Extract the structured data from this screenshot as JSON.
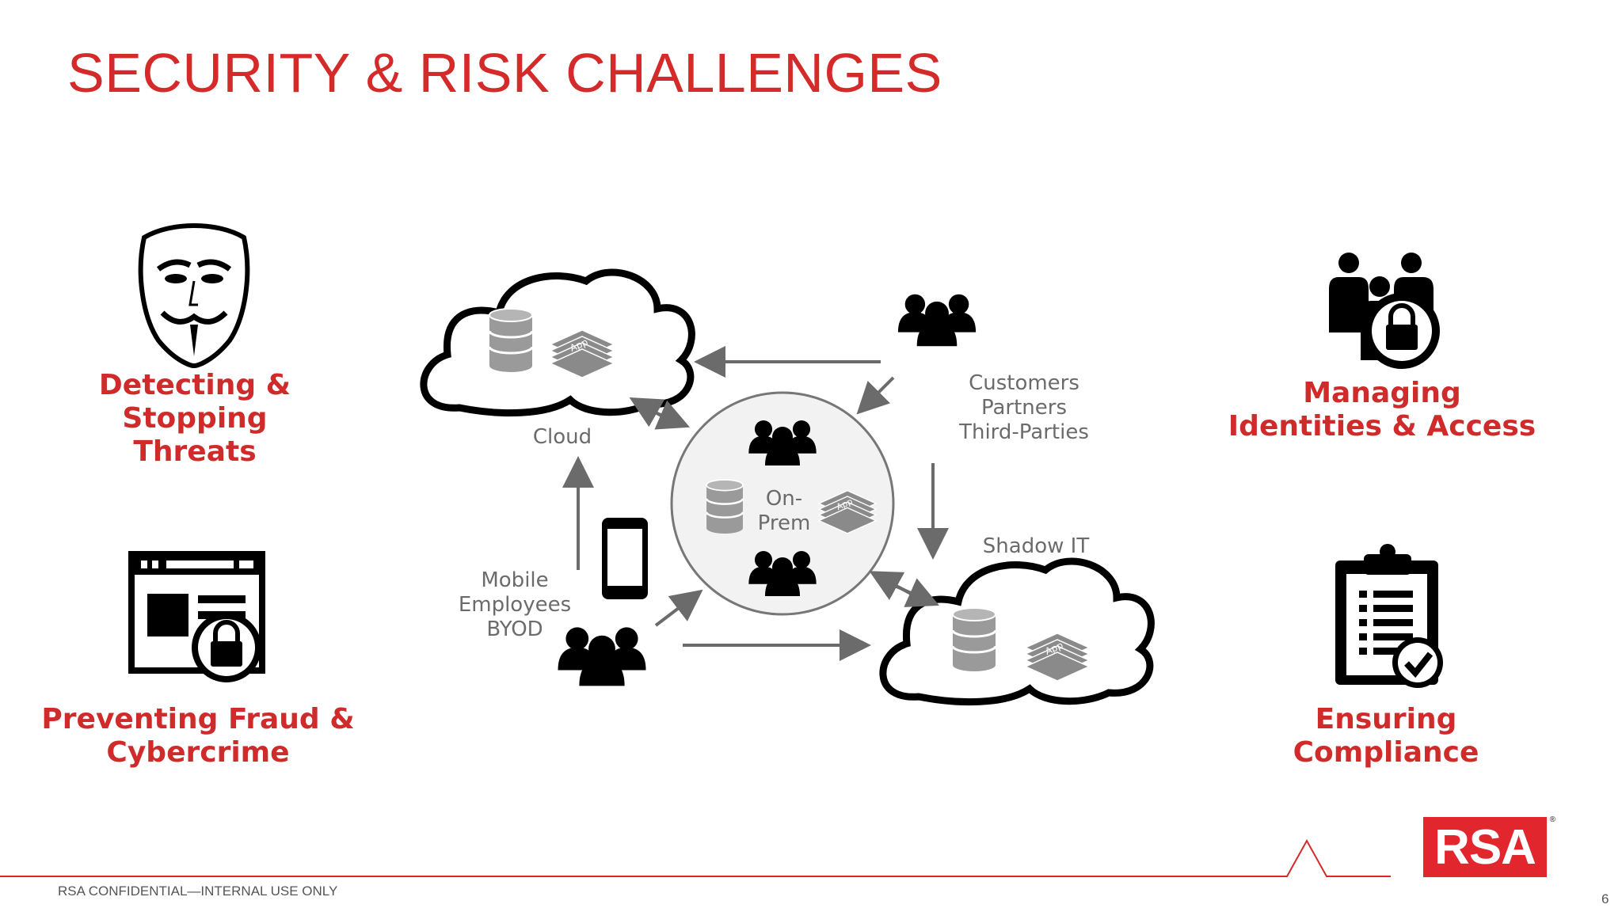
{
  "title": "SECURITY & RISK CHALLENGES",
  "challenges": {
    "threats": [
      "Detecting & Stopping",
      "Threats"
    ],
    "fraud": [
      "Preventing Fraud &",
      "Cybercrime"
    ],
    "identity": [
      "Managing",
      "Identities & Access"
    ],
    "compliance": [
      "Ensuring",
      "Compliance"
    ]
  },
  "diagram": {
    "cloud_label": "Cloud",
    "onprem_label": [
      "On-",
      "Prem"
    ],
    "mobile_label": [
      "Mobile",
      "Employees",
      "BYOD"
    ],
    "customers_label": [
      "Customers",
      "Partners",
      "Third-Parties"
    ],
    "shadow_label": "Shadow IT",
    "app_stack_text": "App"
  },
  "footer": {
    "confidential": "RSA CONFIDENTIAL—INTERNAL USE ONLY",
    "page_number": "6",
    "logo": "RSA",
    "logo_mark": "®"
  },
  "colors": {
    "accent": "#cf2b2b",
    "logo_bg": "#e1262d",
    "arrow": "#6b6b6b"
  }
}
